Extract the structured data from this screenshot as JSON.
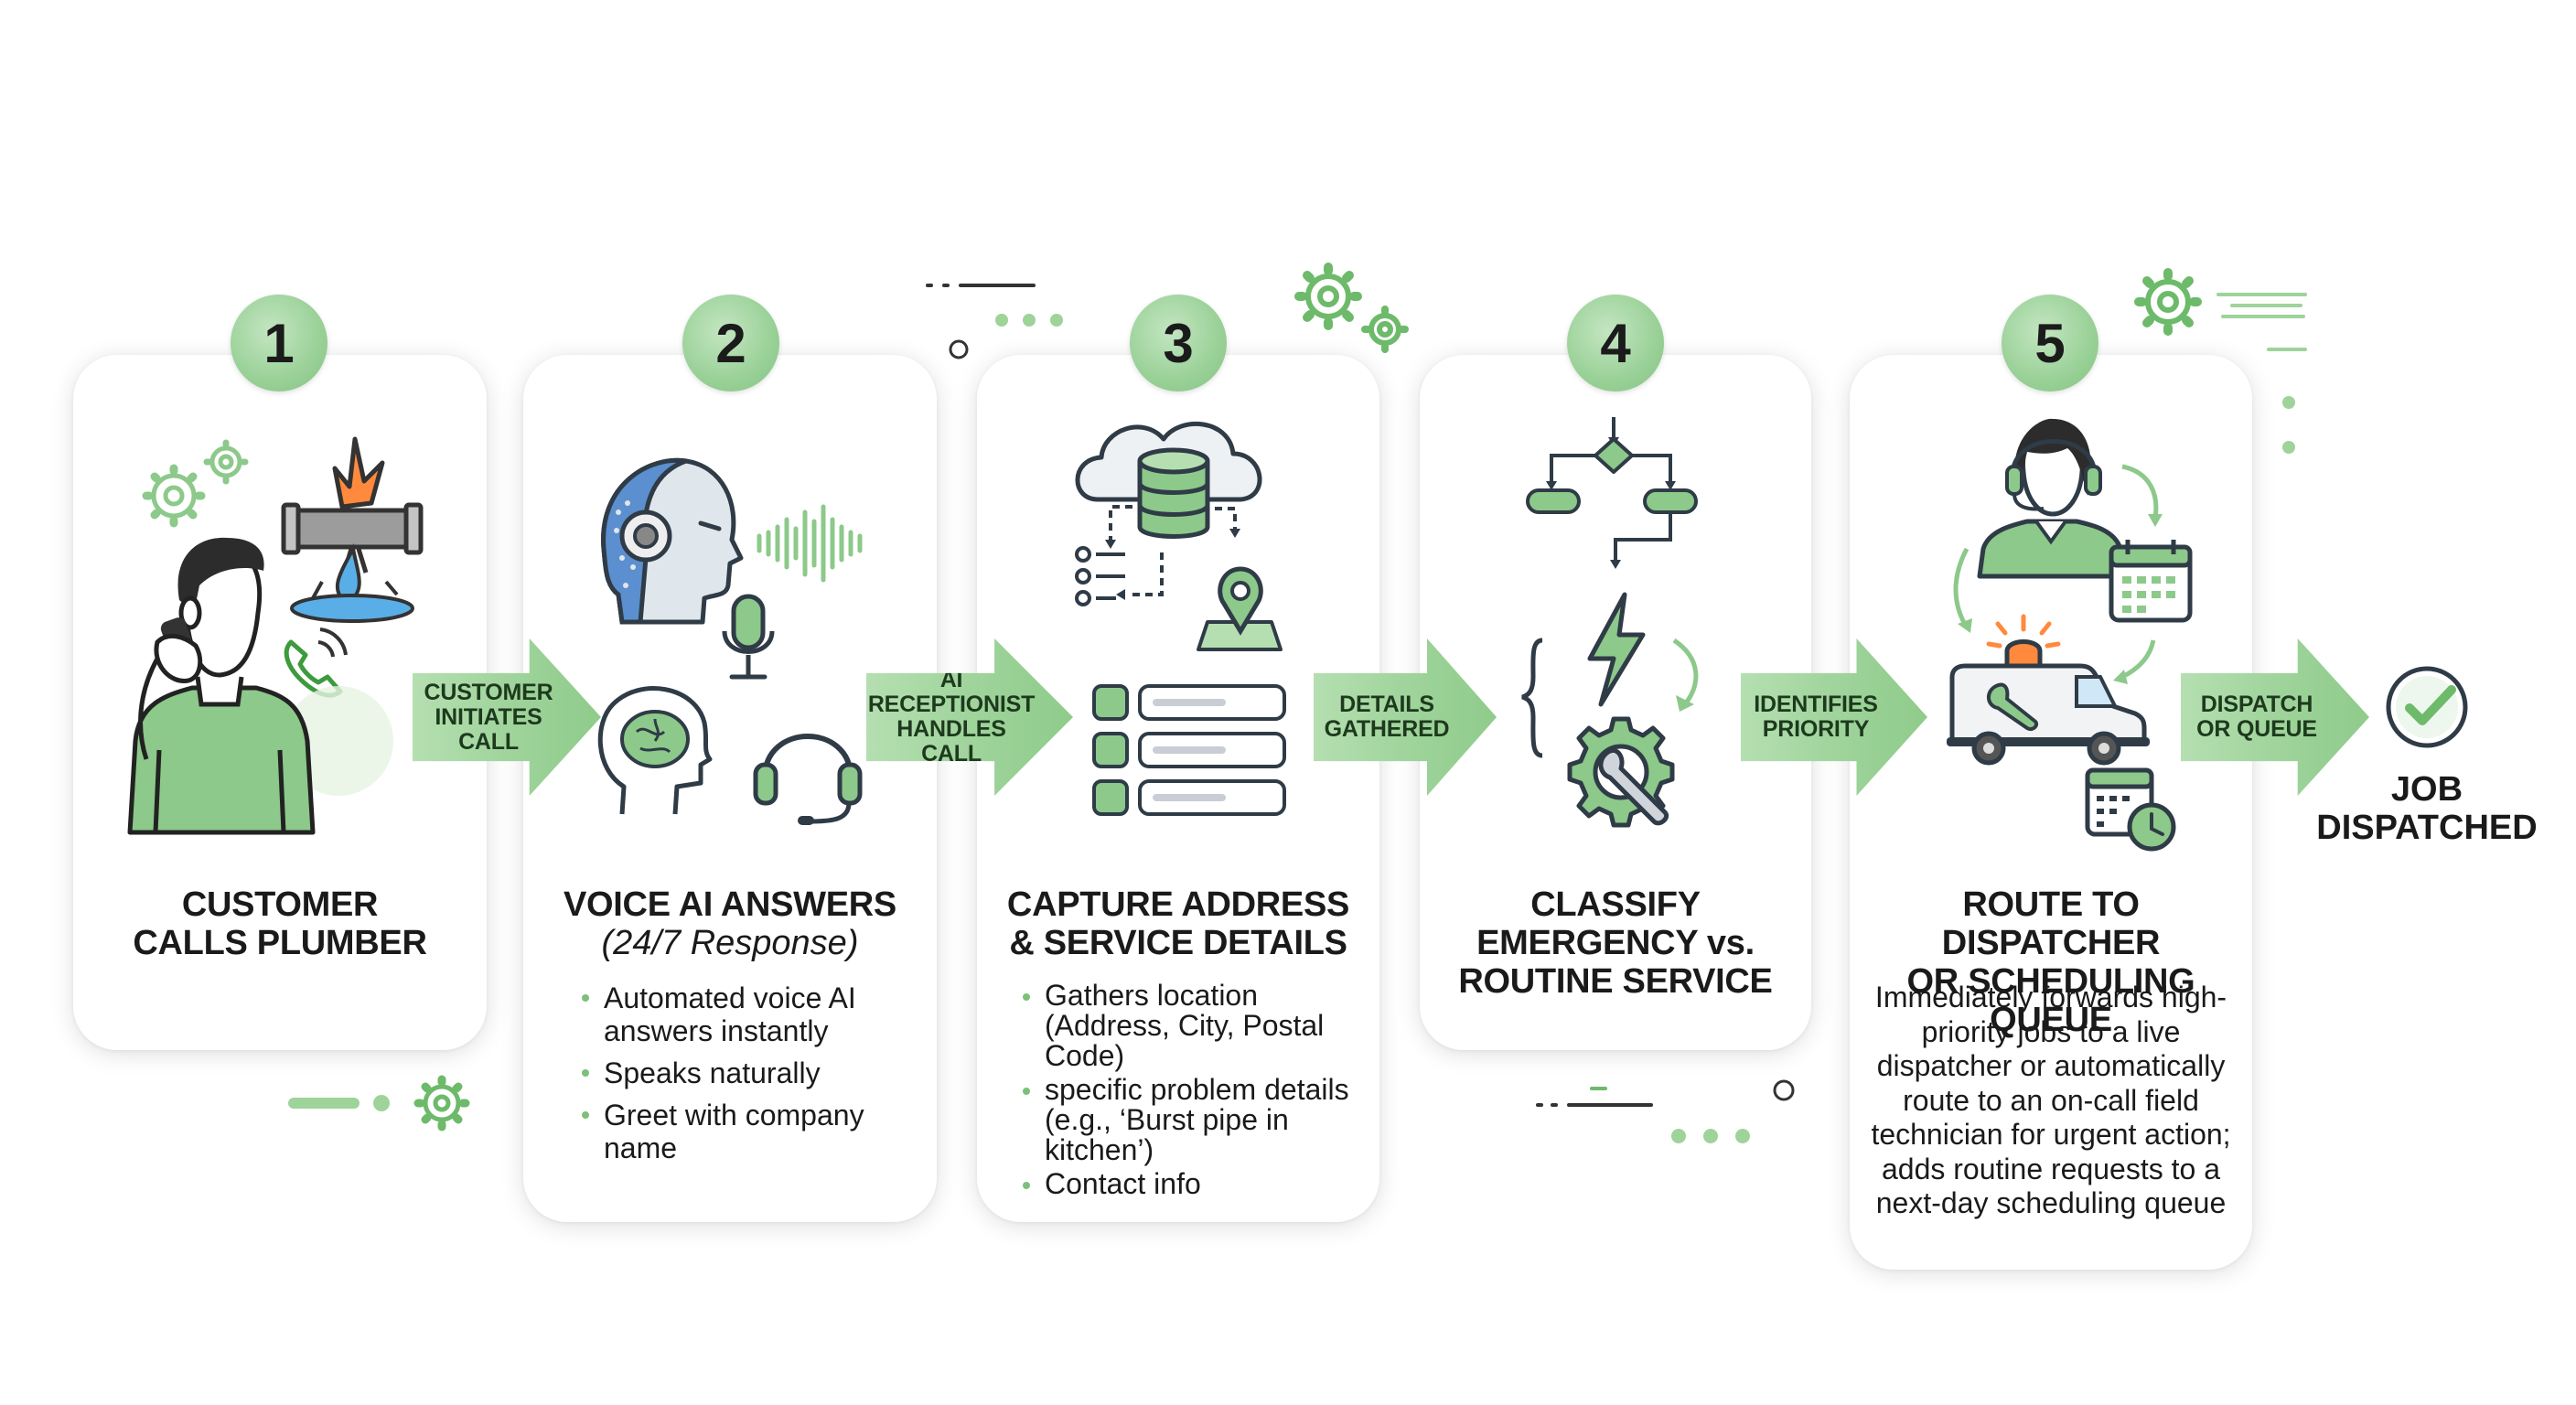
{
  "steps": [
    {
      "number": "1",
      "title": "CUSTOMER\nCALLS PLUMBER"
    },
    {
      "number": "2",
      "title": "VOICE AI ANSWERS",
      "subtitle": "(24/7 Response)",
      "bullets": [
        "Automated voice AI answers instantly",
        "Speaks naturally",
        "Greet with company name"
      ]
    },
    {
      "number": "3",
      "title": "CAPTURE ADDRESS\n& SERVICE DETAILS",
      "bullets": [
        "Gathers location (Address, City, Postal Code)",
        "specific problem details (e.g., ‘Burst pipe in kitchen’)",
        "Contact info"
      ]
    },
    {
      "number": "4",
      "title": "CLASSIFY\nEMERGENCY vs.\nROUTINE SERVICE"
    },
    {
      "number": "5",
      "title": "ROUTE TO DISPATCHER\nOR SCHEDULING QUEUE",
      "description": "Immediately forwards high-priority jobs to a live dispatcher or automatically route to an on-call field technician for urgent action; adds routine requests to a next-day scheduling queue"
    }
  ],
  "arrows": [
    "CUSTOMER\nINITIATES\nCALL",
    "AI\nRECEPTIONIST\nHANDLES CALL",
    "DETAILS\nGATHERED",
    "IDENTIFIES\nPRIORITY",
    "DISPATCH\nOR QUEUE"
  ],
  "final": {
    "label": "JOB\nDISPATCHED",
    "icon": "check-circle-icon"
  },
  "colors": {
    "accent": "#8fcb8b",
    "accent_light": "#c4e6c2",
    "ink": "#1a1a1a",
    "icon_green": "#7fc47c"
  }
}
